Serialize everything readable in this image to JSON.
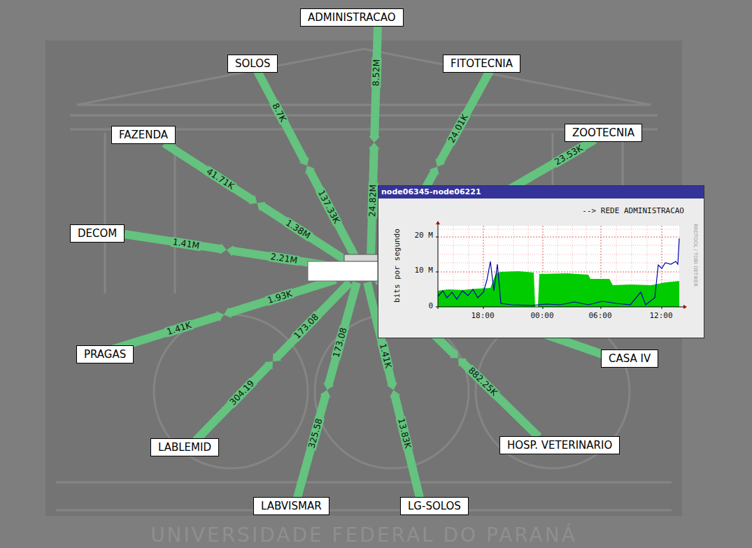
{
  "diagram": {
    "nodes": [
      {
        "text": [
          "ADMINISTRACAO"
        ]
      },
      {
        "text": [
          "SOLOS"
        ]
      },
      {
        "text": [
          "FITOTECNIA"
        ]
      },
      {
        "text": [
          "FAZENDA"
        ]
      },
      {
        "text": [
          "ZOOTECNIA"
        ]
      },
      {
        "text": [
          "node06345-node06221"
        ]
      },
      {
        "text": [
          "DECOM"
        ]
      },
      {
        "text": [
          "PRAGAS"
        ]
      },
      {
        "text": [
          "CASA IV"
        ]
      },
      {
        "text": [
          "LABLEMID"
        ]
      },
      {
        "text": [
          "HOSP. VETERINARIO"
        ]
      },
      {
        "text": [
          "LABVISMAR"
        ]
      },
      {
        "text": [
          "LG-SOLOS"
        ]
      }
    ],
    "labels": [
      "8.52M",
      "24.82M",
      "8.7K",
      "137.33K",
      "24.01K",
      "23.53K",
      "41.71K",
      "1.38M",
      "1.41M",
      "2.21M",
      "1.41K",
      "1.93K",
      "304.19",
      "173.08",
      "325.58",
      "173.08",
      "13.83K",
      "1.41K",
      "882.25K",
      "--> REDE ADMINISTRACAO",
      "bits por segundo",
      "20 M",
      "10 M",
      "0",
      "18:00",
      "00:00",
      "06:00",
      "12:00",
      "RRDTOOL / TOBI OETIKER",
      "UNIVERSIDADE FEDERAL DO PARANÁ"
    ]
  }
}
